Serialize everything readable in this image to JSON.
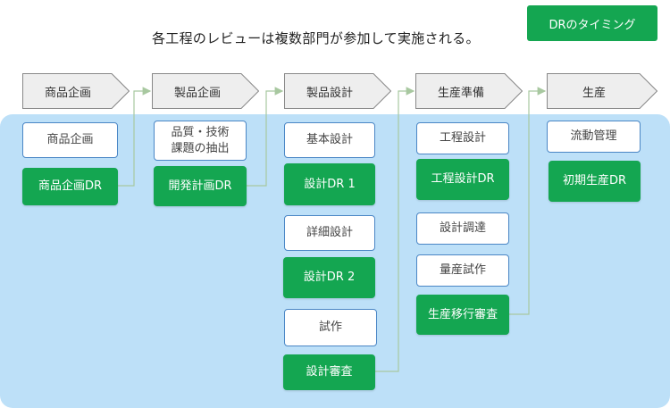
{
  "header": {
    "text": "各工程のレビューは複数部門が参加して実施される。",
    "badge": "DRのタイミング"
  },
  "phases": [
    "商品企画",
    "製品企画",
    "製品設計",
    "生産準備",
    "生産"
  ],
  "columns": [
    {
      "items": [
        {
          "label": "商品企画",
          "style": "white"
        },
        {
          "label": "商品企画DR",
          "style": "green"
        }
      ]
    },
    {
      "items": [
        {
          "label": "品質・技術\n課題の抽出",
          "style": "white"
        },
        {
          "label": "開発計画DR",
          "style": "green"
        }
      ]
    },
    {
      "items": [
        {
          "label": "基本設計",
          "style": "white"
        },
        {
          "label": "設計DR 1",
          "style": "green"
        },
        {
          "label": "詳細設計",
          "style": "white"
        },
        {
          "label": "設計DR 2",
          "style": "green"
        },
        {
          "label": "試作",
          "style": "white"
        },
        {
          "label": "設計審査",
          "style": "green"
        }
      ]
    },
    {
      "items": [
        {
          "label": "工程設計",
          "style": "white"
        },
        {
          "label": "工程設計DR",
          "style": "green"
        },
        {
          "label": "設計調達",
          "style": "white"
        },
        {
          "label": "量産試作",
          "style": "white"
        },
        {
          "label": "生産移行審査",
          "style": "green"
        }
      ]
    },
    {
      "items": [
        {
          "label": "流動管理",
          "style": "white"
        },
        {
          "label": "初期生産DR",
          "style": "green"
        }
      ]
    }
  ],
  "colors": {
    "panel": "#bde0f8",
    "green": "#14a651",
    "box_border": "#4a86c5",
    "phase_fill": "#eeeeee",
    "phase_stroke": "#888888",
    "connector": "#a8c8a0"
  }
}
